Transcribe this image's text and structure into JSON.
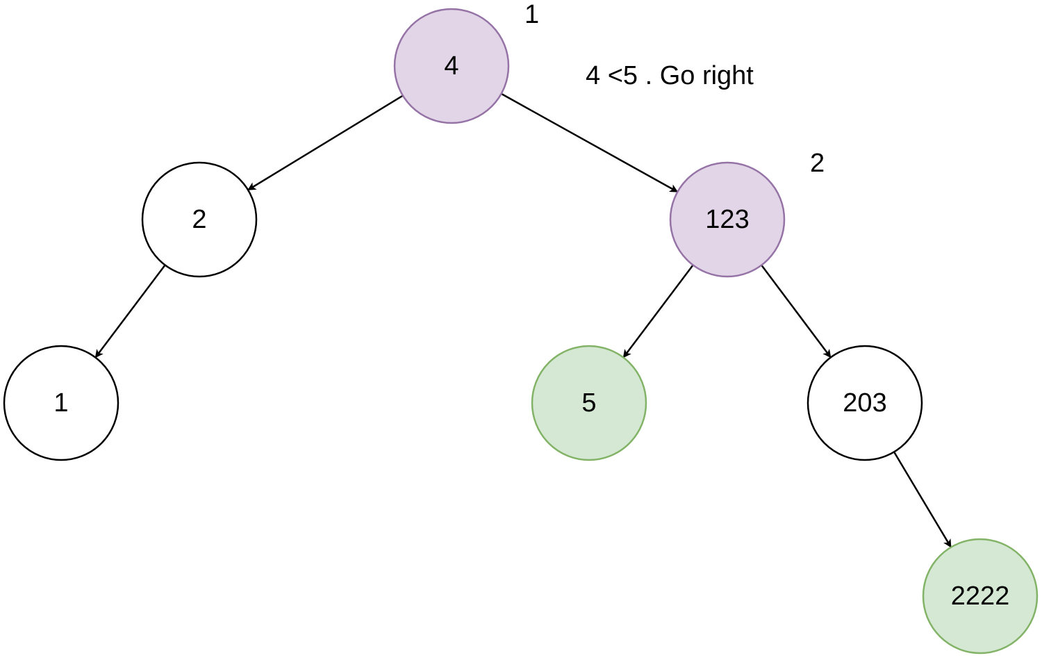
{
  "colors": {
    "default_fill": "#ffffff",
    "default_stroke": "#000000",
    "visited_fill": "#e1d5e7",
    "visited_stroke": "#9673a6",
    "result_fill": "#d5e8d4",
    "result_stroke": "#82b366",
    "edge": "#000000"
  },
  "nodes": [
    {
      "id": "n4",
      "label": "4",
      "style": "visited"
    },
    {
      "id": "n2",
      "label": "2",
      "style": "default"
    },
    {
      "id": "n123",
      "label": "123",
      "style": "visited"
    },
    {
      "id": "n1",
      "label": "1",
      "style": "default"
    },
    {
      "id": "n5",
      "label": "5",
      "style": "result"
    },
    {
      "id": "n203",
      "label": "203",
      "style": "default"
    },
    {
      "id": "n2222",
      "label": "2222",
      "style": "result"
    }
  ],
  "edges": [
    {
      "from": "n4",
      "to": "n2"
    },
    {
      "from": "n4",
      "to": "n123"
    },
    {
      "from": "n2",
      "to": "n1"
    },
    {
      "from": "n123",
      "to": "n5"
    },
    {
      "from": "n123",
      "to": "n203"
    },
    {
      "from": "n203",
      "to": "n2222"
    }
  ],
  "annotations": {
    "step_1": "1",
    "step_2": "2",
    "comparison": "4 <5 . Go right"
  }
}
